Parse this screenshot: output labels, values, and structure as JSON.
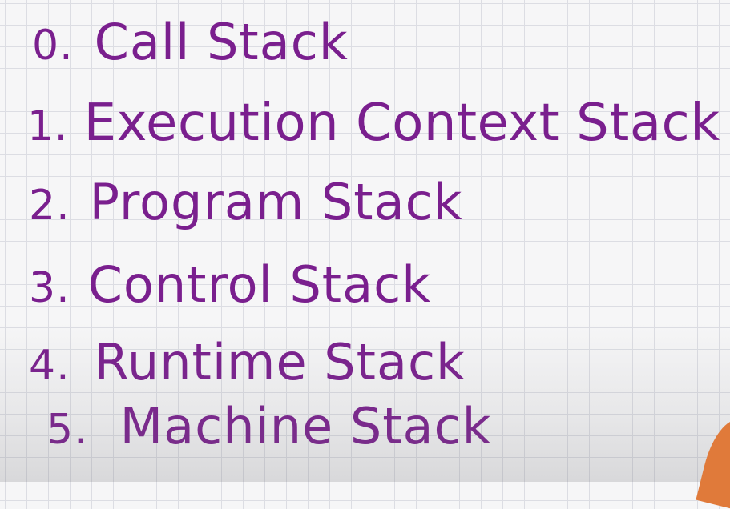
{
  "notes": {
    "ink_color": "#7a1f8e",
    "items": [
      {
        "number": "0.",
        "text": "Call  Stack"
      },
      {
        "number": "1.",
        "text": "Execution Context Stack"
      },
      {
        "number": "2.",
        "text": "Program  Stack"
      },
      {
        "number": "3.",
        "text": "Control  Stack"
      },
      {
        "number": "4.",
        "text": "Runtime  Stack"
      },
      {
        "number": "5.",
        "text": "Machine  Stack"
      }
    ]
  }
}
